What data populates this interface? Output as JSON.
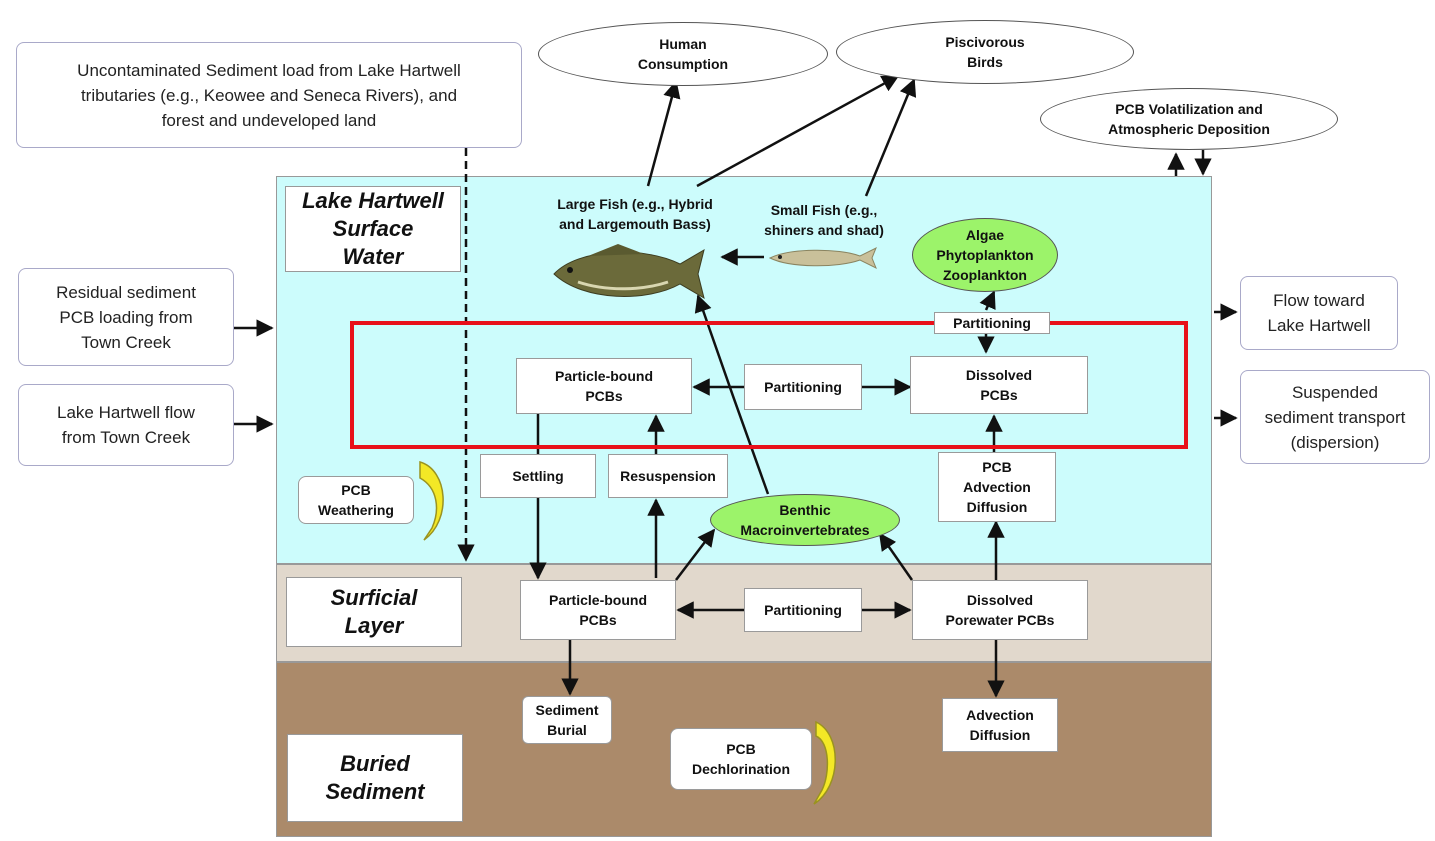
{
  "zones": {
    "surface_water": "Lake Hartwell\nSurface\nWater",
    "surficial_layer": "Surficial\nLayer",
    "buried_sediment": "Buried\nSediment"
  },
  "external_sources": {
    "uncontaminated": "Uncontaminated Sediment load from Lake Hartwell\ntributaries (e.g., Keowee and Seneca Rivers), and\nforest and undeveloped land",
    "residual": "Residual sediment\nPCB loading from\nTown Creek",
    "flow_town_creek": "Lake Hartwell flow\nfrom Town Creek",
    "flow_toward": "Flow toward\nLake Hartwell",
    "suspended": "Suspended\nsediment transport\n(dispersion)"
  },
  "receptors": {
    "human": "Human\nConsumption",
    "birds": "Piscivorous\nBirds",
    "volatilization": "PCB Volatilization and\nAtmospheric Deposition"
  },
  "biota": {
    "large_fish": "Large Fish (e.g., Hybrid\nand Largemouth Bass)",
    "small_fish": "Small Fish (e.g.,\nshiners and shad)",
    "algae": "Algae\nPhytoplankton\nZooplankton",
    "benthic": "Benthic\nMacroinvertebrates"
  },
  "processes": {
    "partitioning_top": "Partitioning",
    "particle_bound_water": "Particle-bound\nPCBs",
    "partitioning_water": "Partitioning",
    "dissolved_water": "Dissolved\nPCBs",
    "settling": "Settling",
    "resuspension": "Resuspension",
    "pcb_advection": "PCB\nAdvection\nDiffusion",
    "pcb_weathering": "PCB\nWeathering",
    "particle_bound_surficial": "Particle-bound\nPCBs",
    "partitioning_surficial": "Partitioning",
    "dissolved_porewater": "Dissolved\nPorewater PCBs",
    "sediment_burial": "Sediment\nBurial",
    "pcb_dechlorination": "PCB\nDechlorination",
    "advection_diffusion": "Advection\nDiffusion"
  },
  "colors": {
    "surface_water": "#ccfcfc",
    "surficial_layer": "#e1d8cc",
    "buried_sediment": "#ab8a6a",
    "biota_green": "#9cf36a",
    "highlight_red": "#e8101a",
    "weathering_arrow": "#f3e826"
  }
}
